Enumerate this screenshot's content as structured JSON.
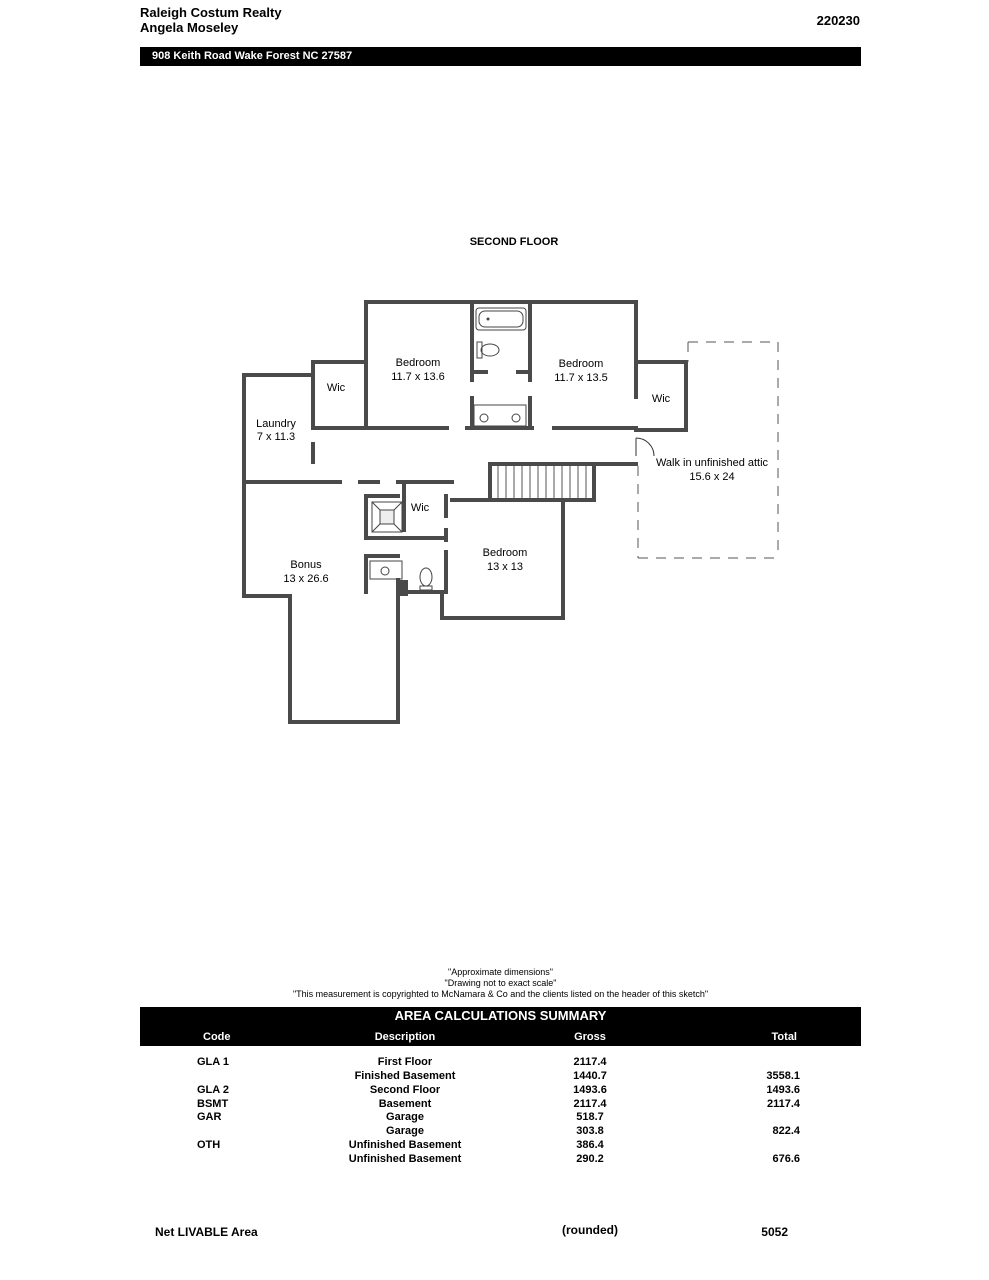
{
  "header": {
    "company": "Raleigh Costum Realty",
    "agent": "Angela Moseley",
    "file_id": "220230",
    "address": "908 Keith Road Wake Forest NC 27587"
  },
  "floor_title": "SECOND FLOOR",
  "rooms": [
    {
      "name": "Bedroom",
      "dims": "11.7 x 13.6"
    },
    {
      "name": "Bedroom",
      "dims": "11.7 x 13.5"
    },
    {
      "name": "Wic",
      "dims": ""
    },
    {
      "name": "Wic",
      "dims": ""
    },
    {
      "name": "Laundry",
      "dims": "7 x 11.3"
    },
    {
      "name": "Walk in unfinished attic",
      "dims": "15.6 x 24"
    },
    {
      "name": "Wic",
      "dims": ""
    },
    {
      "name": "Bedroom",
      "dims": "13 x 13"
    },
    {
      "name": "Bonus",
      "dims": "13 x 26.6"
    }
  ],
  "notes": {
    "line1": "\"Approximate dimensions\"",
    "line2": "\"Drawing not to exact scale\"",
    "line3": "\"This measurement is copyrighted to McNamara & Co and the clients listed on the header of this sketch\""
  },
  "summary": {
    "title": "AREA CALCULATIONS SUMMARY",
    "columns": {
      "code": "Code",
      "description": "Description",
      "gross": "Gross",
      "total": "Total"
    },
    "rows": [
      {
        "code": "GLA 1",
        "description": "First Floor",
        "gross": "2117.4",
        "total": ""
      },
      {
        "code": "",
        "description": "Finished Basement",
        "gross": "1440.7",
        "total": "3558.1"
      },
      {
        "code": "GLA 2",
        "description": "Second Floor",
        "gross": "1493.6",
        "total": "1493.6"
      },
      {
        "code": "BSMT",
        "description": "Basement",
        "gross": "2117.4",
        "total": "2117.4"
      },
      {
        "code": "GAR",
        "description": "Garage",
        "gross": "518.7",
        "total": ""
      },
      {
        "code": "",
        "description": "Garage",
        "gross": "303.8",
        "total": "822.4"
      },
      {
        "code": "OTH",
        "description": "Unfinished Basement",
        "gross": "386.4",
        "total": ""
      },
      {
        "code": "",
        "description": "Unfinished Basement",
        "gross": "290.2",
        "total": "676.6"
      }
    ]
  },
  "net": {
    "label": "Net LIVABLE Area",
    "note": "(rounded)",
    "value": "5052"
  }
}
